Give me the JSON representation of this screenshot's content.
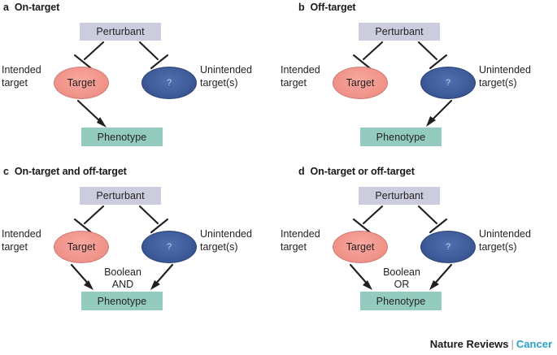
{
  "figure": {
    "shared": {
      "perturbant": "Perturbant",
      "phenotype": "Phenotype",
      "target": "Target",
      "unknown": "?",
      "intended_label_line1": "Intended",
      "intended_label_line2": "target",
      "unintended_label_line1": "Unintended",
      "unintended_label_line2": "target(s)"
    },
    "colors": {
      "perturbant_box": "#ccccdf",
      "phenotype_box": "#93ccbf",
      "target_ellipse": "#f2968c",
      "unknown_ellipse": "#3f5c9b",
      "connector": "#231f20",
      "journal_accent": "#29a3c4"
    },
    "panels": [
      {
        "letter": "a",
        "title": "On-target",
        "boolean_line1": "",
        "boolean_line2": "",
        "arrows": [
          "target-to-phenotype"
        ]
      },
      {
        "letter": "b",
        "title": "Off-target",
        "boolean_line1": "",
        "boolean_line2": "",
        "arrows": [
          "unknown-to-phenotype"
        ]
      },
      {
        "letter": "c",
        "title": "On-target and off-target",
        "boolean_line1": "Boolean",
        "boolean_line2": "AND",
        "arrows": [
          "target-to-phenotype",
          "unknown-to-phenotype"
        ]
      },
      {
        "letter": "d",
        "title": "On-target or off-target",
        "boolean_line1": "Boolean",
        "boolean_line2": "OR",
        "arrows": [
          "target-to-phenotype",
          "unknown-to-phenotype"
        ]
      }
    ]
  },
  "footer": {
    "publisher": "Nature Reviews",
    "separator": "|",
    "journal": "Cancer"
  }
}
